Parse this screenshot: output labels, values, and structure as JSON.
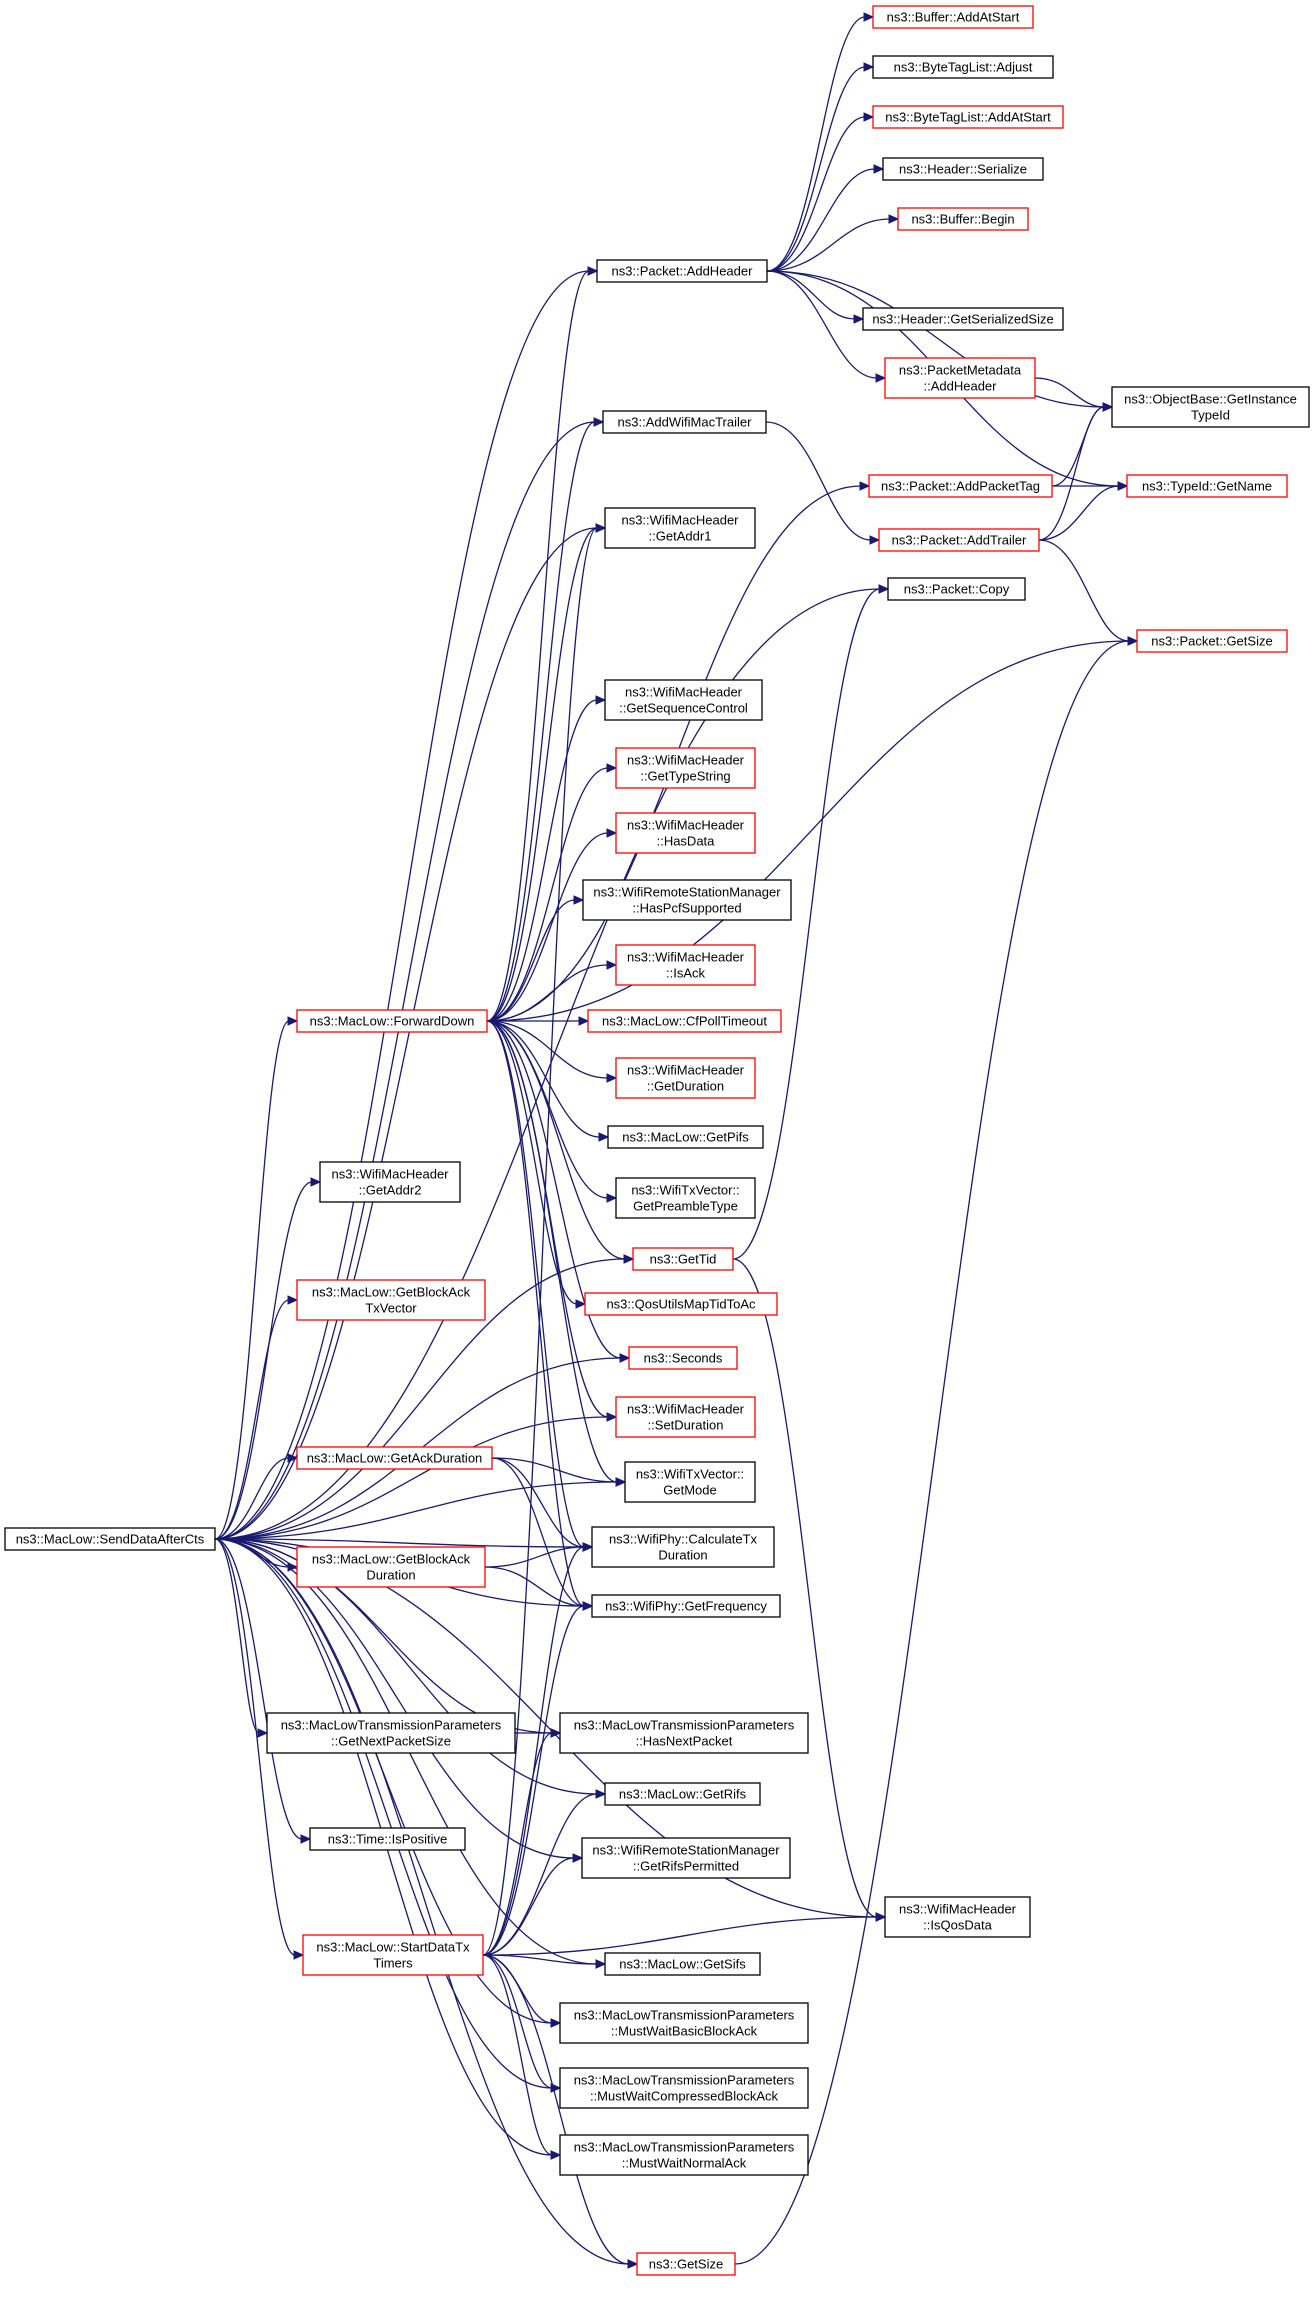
{
  "colors": {
    "edge": "#191970",
    "root_fill": "#bfbfbf",
    "expandable_border": "#ff0000",
    "leaf_border": "#000000"
  },
  "graph": {
    "nodes": [
      {
        "id": "root",
        "lines": [
          "ns3::MacLow::SendDataAfterCts"
        ],
        "kind": "root"
      },
      {
        "id": "addheader",
        "lines": [
          "ns3::Packet::AddHeader"
        ],
        "kind": "leaf"
      },
      {
        "id": "buf_addatstart",
        "lines": [
          "ns3::Buffer::AddAtStart"
        ],
        "kind": "expandable"
      },
      {
        "id": "btl_adjust",
        "lines": [
          "ns3::ByteTagList::Adjust"
        ],
        "kind": "leaf"
      },
      {
        "id": "btl_addatstart",
        "lines": [
          "ns3::ByteTagList::AddAtStart"
        ],
        "kind": "expandable"
      },
      {
        "id": "hdr_serialize",
        "lines": [
          "ns3::Header::Serialize"
        ],
        "kind": "leaf"
      },
      {
        "id": "buf_begin",
        "lines": [
          "ns3::Buffer::Begin"
        ],
        "kind": "expandable"
      },
      {
        "id": "hdr_getsersize",
        "lines": [
          "ns3::Header::GetSerializedSize"
        ],
        "kind": "leaf"
      },
      {
        "id": "pm_addheader",
        "lines": [
          "ns3::PacketMetadata",
          "::AddHeader"
        ],
        "kind": "expandable"
      },
      {
        "id": "ob_getinst",
        "lines": [
          "ns3::ObjectBase::GetInstance",
          "TypeId"
        ],
        "kind": "leaf"
      },
      {
        "id": "typeid_getname",
        "lines": [
          "ns3::TypeId::GetName"
        ],
        "kind": "expandable"
      },
      {
        "id": "addwifimactrailer",
        "lines": [
          "ns3::AddWifiMacTrailer"
        ],
        "kind": "leaf"
      },
      {
        "id": "p_addpackettag",
        "lines": [
          "ns3::Packet::AddPacketTag"
        ],
        "kind": "expandable"
      },
      {
        "id": "p_addtrailer",
        "lines": [
          "ns3::Packet::AddTrailer"
        ],
        "kind": "expandable"
      },
      {
        "id": "wmh_getaddr1",
        "lines": [
          "ns3::WifiMacHeader",
          "::GetAddr1"
        ],
        "kind": "leaf"
      },
      {
        "id": "p_copy",
        "lines": [
          "ns3::Packet::Copy"
        ],
        "kind": "leaf"
      },
      {
        "id": "p_getsize",
        "lines": [
          "ns3::Packet::GetSize"
        ],
        "kind": "expandable"
      },
      {
        "id": "wmh_getseqctl",
        "lines": [
          "ns3::WifiMacHeader",
          "::GetSequenceControl"
        ],
        "kind": "leaf"
      },
      {
        "id": "wmh_gettypestr",
        "lines": [
          "ns3::WifiMacHeader",
          "::GetTypeString"
        ],
        "kind": "expandable"
      },
      {
        "id": "wmh_hasdata",
        "lines": [
          "ns3::WifiMacHeader",
          "::HasData"
        ],
        "kind": "expandable"
      },
      {
        "id": "wrsm_haspcf",
        "lines": [
          "ns3::WifiRemoteStationManager",
          "::HasPcfSupported"
        ],
        "kind": "leaf"
      },
      {
        "id": "wmh_isack",
        "lines": [
          "ns3::WifiMacHeader",
          "::IsAck"
        ],
        "kind": "expandable"
      },
      {
        "id": "fwddown",
        "lines": [
          "ns3::MacLow::ForwardDown"
        ],
        "kind": "expandable"
      },
      {
        "id": "cfpoll",
        "lines": [
          "ns3::MacLow::CfPollTimeout"
        ],
        "kind": "expandable"
      },
      {
        "id": "wmh_getdur",
        "lines": [
          "ns3::WifiMacHeader",
          "::GetDuration"
        ],
        "kind": "expandable"
      },
      {
        "id": "ml_getpifs",
        "lines": [
          "ns3::MacLow::GetPifs"
        ],
        "kind": "leaf"
      },
      {
        "id": "wmh_getaddr2",
        "lines": [
          "ns3::WifiMacHeader",
          "::GetAddr2"
        ],
        "kind": "leaf"
      },
      {
        "id": "wtv_getpre",
        "lines": [
          "ns3::WifiTxVector::",
          "GetPreambleType"
        ],
        "kind": "leaf"
      },
      {
        "id": "gettid",
        "lines": [
          "ns3::GetTid"
        ],
        "kind": "expandable"
      },
      {
        "id": "getblockacktx",
        "lines": [
          "ns3::MacLow::GetBlockAck",
          "TxVector"
        ],
        "kind": "expandable"
      },
      {
        "id": "qosmap",
        "lines": [
          "ns3::QosUtilsMapTidToAc"
        ],
        "kind": "expandable"
      },
      {
        "id": "seconds",
        "lines": [
          "ns3::Seconds"
        ],
        "kind": "expandable"
      },
      {
        "id": "wmh_setdur",
        "lines": [
          "ns3::WifiMacHeader",
          "::SetDuration"
        ],
        "kind": "expandable"
      },
      {
        "id": "getackdur",
        "lines": [
          "ns3::MacLow::GetAckDuration"
        ],
        "kind": "expandable"
      },
      {
        "id": "wtv_getmode",
        "lines": [
          "ns3::WifiTxVector::",
          "GetMode"
        ],
        "kind": "leaf"
      },
      {
        "id": "calctx",
        "lines": [
          "ns3::WifiPhy::CalculateTx",
          "Duration"
        ],
        "kind": "leaf"
      },
      {
        "id": "getblockackdur",
        "lines": [
          "ns3::MacLow::GetBlockAck",
          "Duration"
        ],
        "kind": "expandable"
      },
      {
        "id": "getfreq",
        "lines": [
          "ns3::WifiPhy::GetFrequency"
        ],
        "kind": "leaf"
      },
      {
        "id": "mltp_getnext",
        "lines": [
          "ns3::MacLowTransmissionParameters",
          "::GetNextPacketSize"
        ],
        "kind": "leaf"
      },
      {
        "id": "mltp_hasnext",
        "lines": [
          "ns3::MacLowTransmissionParameters",
          "::HasNextPacket"
        ],
        "kind": "leaf"
      },
      {
        "id": "ml_getrifs",
        "lines": [
          "ns3::MacLow::GetRifs"
        ],
        "kind": "leaf"
      },
      {
        "id": "time_ispos",
        "lines": [
          "ns3::Time::IsPositive"
        ],
        "kind": "leaf"
      },
      {
        "id": "wrsm_getrifs",
        "lines": [
          "ns3::WifiRemoteStationManager",
          "::GetRifsPermitted"
        ],
        "kind": "leaf"
      },
      {
        "id": "wmh_isqos",
        "lines": [
          "ns3::WifiMacHeader",
          "::IsQosData"
        ],
        "kind": "leaf"
      },
      {
        "id": "startdatatx",
        "lines": [
          "ns3::MacLow::StartDataTx",
          "Timers"
        ],
        "kind": "expandable"
      },
      {
        "id": "ml_getsifs",
        "lines": [
          "ns3::MacLow::GetSifs"
        ],
        "kind": "leaf"
      },
      {
        "id": "mltp_basic",
        "lines": [
          "ns3::MacLowTransmissionParameters",
          "::MustWaitBasicBlockAck"
        ],
        "kind": "leaf"
      },
      {
        "id": "mltp_compressed",
        "lines": [
          "ns3::MacLowTransmissionParameters",
          "::MustWaitCompressedBlockAck"
        ],
        "kind": "leaf"
      },
      {
        "id": "mltp_normal",
        "lines": [
          "ns3::MacLowTransmissionParameters",
          "::MustWaitNormalAck"
        ],
        "kind": "leaf"
      },
      {
        "id": "getsize",
        "lines": [
          "ns3::GetSize"
        ],
        "kind": "expandable"
      }
    ],
    "edges": [
      [
        "root",
        "addheader"
      ],
      [
        "root",
        "addwifimactrailer"
      ],
      [
        "root",
        "p_copy"
      ],
      [
        "root",
        "wmh_getaddr1"
      ],
      [
        "root",
        "fwddown"
      ],
      [
        "root",
        "wmh_getaddr2"
      ],
      [
        "root",
        "gettid"
      ],
      [
        "root",
        "getblockacktx"
      ],
      [
        "root",
        "seconds"
      ],
      [
        "root",
        "wmh_setdur"
      ],
      [
        "root",
        "getackdur"
      ],
      [
        "root",
        "wtv_getmode"
      ],
      [
        "root",
        "calctx"
      ],
      [
        "root",
        "getblockackdur"
      ],
      [
        "root",
        "getfreq"
      ],
      [
        "root",
        "mltp_getnext"
      ],
      [
        "root",
        "mltp_hasnext"
      ],
      [
        "root",
        "ml_getrifs"
      ],
      [
        "root",
        "time_ispos"
      ],
      [
        "root",
        "wrsm_getrifs"
      ],
      [
        "root",
        "startdatatx"
      ],
      [
        "root",
        "ml_getsifs"
      ],
      [
        "root",
        "mltp_basic"
      ],
      [
        "root",
        "mltp_compressed"
      ],
      [
        "root",
        "mltp_normal"
      ],
      [
        "root",
        "wmh_isqos"
      ],
      [
        "root",
        "getsize"
      ],
      [
        "addheader",
        "buf_addatstart"
      ],
      [
        "addheader",
        "btl_adjust"
      ],
      [
        "addheader",
        "btl_addatstart"
      ],
      [
        "addheader",
        "hdr_serialize"
      ],
      [
        "addheader",
        "buf_begin"
      ],
      [
        "addheader",
        "hdr_getsersize"
      ],
      [
        "addheader",
        "pm_addheader"
      ],
      [
        "addheader",
        "ob_getinst"
      ],
      [
        "addheader",
        "typeid_getname"
      ],
      [
        "pm_addheader",
        "ob_getinst"
      ],
      [
        "addwifimactrailer",
        "p_addtrailer"
      ],
      [
        "p_addpackettag",
        "ob_getinst"
      ],
      [
        "p_addpackettag",
        "typeid_getname"
      ],
      [
        "p_addtrailer",
        "ob_getinst"
      ],
      [
        "p_addtrailer",
        "typeid_getname"
      ],
      [
        "p_addtrailer",
        "p_getsize"
      ],
      [
        "fwddown",
        "addheader"
      ],
      [
        "fwddown",
        "addwifimactrailer"
      ],
      [
        "fwddown",
        "wmh_getaddr1"
      ],
      [
        "fwddown",
        "p_addpackettag"
      ],
      [
        "fwddown",
        "p_getsize"
      ],
      [
        "fwddown",
        "wmh_getseqctl"
      ],
      [
        "fwddown",
        "wmh_gettypestr"
      ],
      [
        "fwddown",
        "wmh_hasdata"
      ],
      [
        "fwddown",
        "wrsm_haspcf"
      ],
      [
        "fwddown",
        "wmh_isack"
      ],
      [
        "fwddown",
        "cfpoll"
      ],
      [
        "fwddown",
        "wmh_getdur"
      ],
      [
        "fwddown",
        "ml_getpifs"
      ],
      [
        "fwddown",
        "wtv_getpre"
      ],
      [
        "fwddown",
        "gettid"
      ],
      [
        "fwddown",
        "qosmap"
      ],
      [
        "fwddown",
        "seconds"
      ],
      [
        "fwddown",
        "wmh_setdur"
      ],
      [
        "fwddown",
        "wtv_getmode"
      ],
      [
        "fwddown",
        "calctx"
      ],
      [
        "fwddown",
        "getfreq"
      ],
      [
        "gettid",
        "p_copy"
      ],
      [
        "gettid",
        "wmh_isqos"
      ],
      [
        "getackdur",
        "wtv_getmode"
      ],
      [
        "getackdur",
        "calctx"
      ],
      [
        "getackdur",
        "getfreq"
      ],
      [
        "getblockackdur",
        "calctx"
      ],
      [
        "getblockackdur",
        "getfreq"
      ],
      [
        "mltp_getnext",
        "mltp_hasnext"
      ],
      [
        "startdatatx",
        "wmh_getaddr1"
      ],
      [
        "startdatatx",
        "calctx"
      ],
      [
        "startdatatx",
        "getfreq"
      ],
      [
        "startdatatx",
        "mltp_hasnext"
      ],
      [
        "startdatatx",
        "ml_getrifs"
      ],
      [
        "startdatatx",
        "wrsm_getrifs"
      ],
      [
        "startdatatx",
        "wmh_isqos"
      ],
      [
        "startdatatx",
        "ml_getsifs"
      ],
      [
        "startdatatx",
        "mltp_basic"
      ],
      [
        "startdatatx",
        "mltp_compressed"
      ],
      [
        "startdatatx",
        "mltp_normal"
      ],
      [
        "startdatatx",
        "getsize"
      ],
      [
        "getsize",
        "p_getsize"
      ]
    ]
  }
}
